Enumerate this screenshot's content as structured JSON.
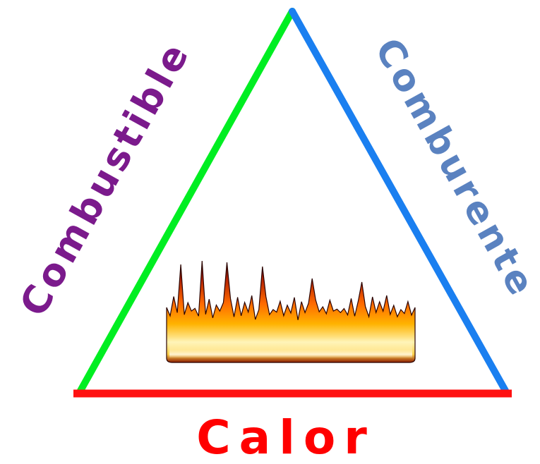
{
  "labels": {
    "fuel": "Combustible",
    "oxidizer": "Comburente",
    "heat": "Calor"
  },
  "colors": {
    "fuel_side": "#00ee22",
    "oxidizer_side": "#1a7ff0",
    "heat_side": "#ff1111",
    "fuel_text": "#7b1a8c",
    "oxidizer_text": "#5a82c0",
    "heat_text": "#ff0000",
    "flame_core": "#fff8d0",
    "flame_mid": "#ffb300",
    "flame_outer": "#d43400",
    "flame_edge": "#3a0500"
  },
  "icons": {
    "center": "fire-icon"
  }
}
